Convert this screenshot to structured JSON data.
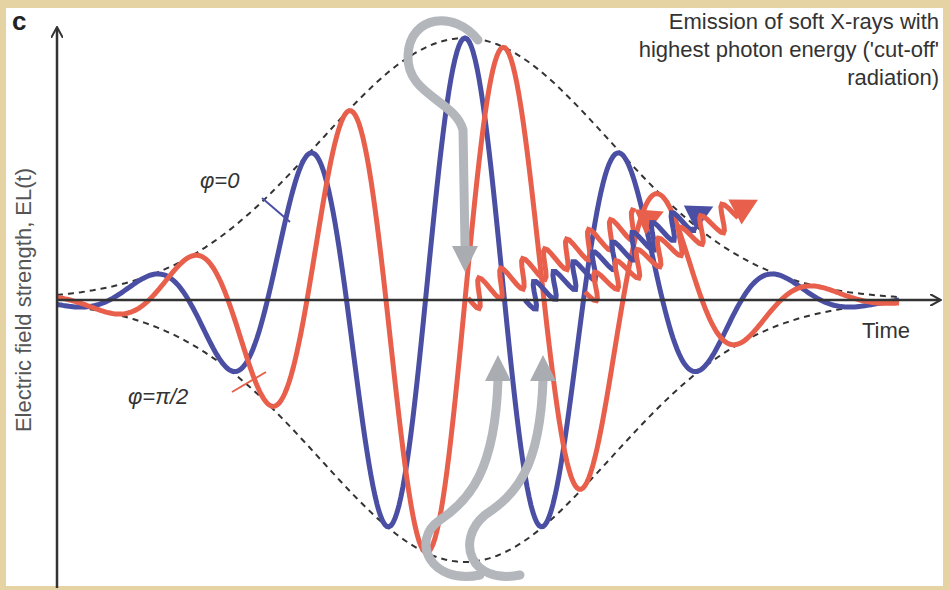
{
  "diagram": {
    "title": "Emission of soft X-rays with highest photon energy ('cut-off' radiation)",
    "labels": [
      "c",
      "Electric field strength, EL(t)",
      "φ=0",
      "φ=π/2",
      "Time"
    ]
  }
}
